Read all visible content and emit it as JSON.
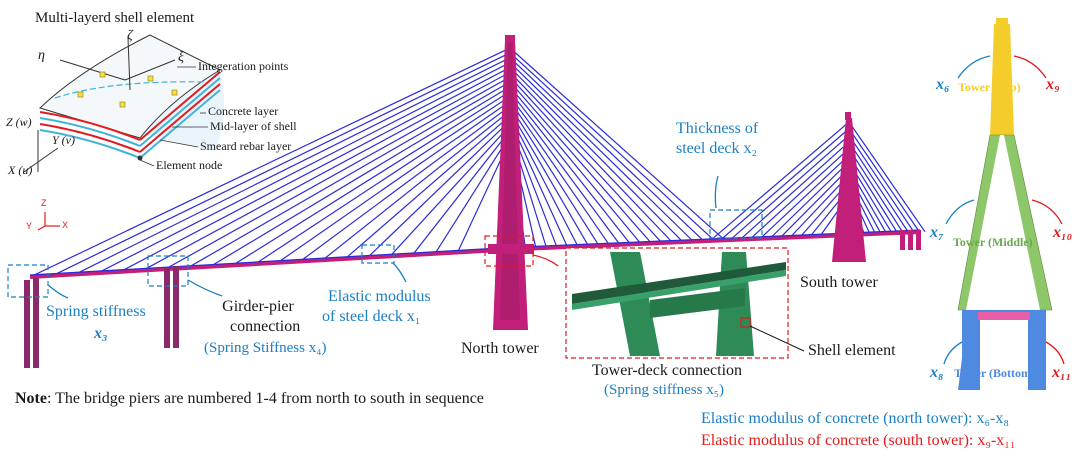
{
  "shell": {
    "title": "Multi-layerd shell element",
    "eta": "η",
    "zeta": "ζ",
    "xi": "ξ",
    "integration": "Integeration points",
    "concrete": "Concrete layer",
    "midlayer": "Mid-layer of shell",
    "rebar": "Smeard rebar layer",
    "node": "Element node",
    "axZ": "Z (w)",
    "axY": "Y (v)",
    "axX": "X (u)"
  },
  "axes_small": {
    "z": "Z",
    "y": "Y",
    "x": "X"
  },
  "labels": {
    "spring_stiffness": "Spring stiffness",
    "x3": "x₃",
    "girder_pier_1": "Girder-pier",
    "girder_pier_2": "connection",
    "girder_pier_3": "(Spring Stiffness x₄)",
    "elastic_deck_1": "Elastic modulus",
    "elastic_deck_2": "of steel deck x₁",
    "north_tower": "North tower",
    "thickness_1": "Thickness of",
    "thickness_2": "steel deck x₂",
    "south_tower": "South tower",
    "tower_deck_1": "Tower-deck connection",
    "tower_deck_2": "(Spring stiffness x₅)",
    "shell_element": "Shell element"
  },
  "tower_params": {
    "top": "Tower (Top)",
    "middle": "Tower (Middle)",
    "bottom": "Tower (Bottom)",
    "x6": "x₆",
    "x9": "x₉",
    "x7": "x₇",
    "x10": "x₁₀",
    "x8": "x₈",
    "x11": "x₁₁"
  },
  "note": {
    "bold": "Note",
    "text": ": The bridge piers are numbered 1-4 from north to south in sequence"
  },
  "legend": {
    "north": "Elastic modulus of  concrete (north tower): x₆-x₈",
    "south": "Elastic modulus of  concrete (south tower): x₉-x₁₁"
  },
  "colors": {
    "cable": "#2b2bd9",
    "tower": "#c21f7a",
    "annotation_blue": "#1a7fc4",
    "red": "#e41a1c",
    "tower_top": "#f5cd2a",
    "tower_middle": "#8dc76a",
    "tower_bottom": "#4d8ae0",
    "crossbeam": "#e65fa8",
    "zoom_green": "#2e8b57"
  }
}
